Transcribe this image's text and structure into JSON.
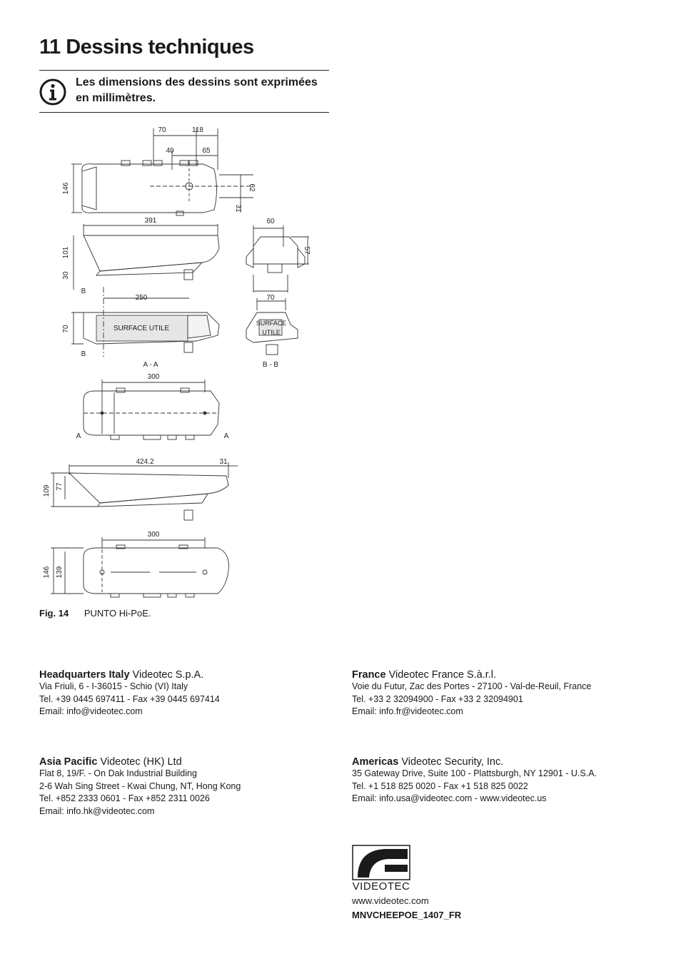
{
  "section": {
    "title": "11 Dessins techniques"
  },
  "note": {
    "text_line1": "Les dimensions des dessins sont exprimées",
    "text_line2": "en millimètres.",
    "icon": "info-icon"
  },
  "drawing": {
    "dims": {
      "top_70": "70",
      "top_118": "118",
      "top_40": "40",
      "top_65": "65",
      "top_146": "146",
      "top_62": "62",
      "top_31": "31",
      "side_391": "391",
      "side_101": "101",
      "side_30": "30",
      "front_60": "60",
      "front_57": "57",
      "front_70": "70",
      "sec_250": "250",
      "sec_70": "70",
      "bottom_300": "300",
      "long_424": "424.2",
      "long_31": "31",
      "long_109": "109",
      "long_77": "77",
      "plan_300": "300",
      "plan_146": "146",
      "plan_139": "139"
    },
    "labels": {
      "b_top": "B",
      "b_bottom": "B",
      "surface": "SURFACE UTILE",
      "surface_small_1": "SURFACE",
      "surface_small_2": "UTILE",
      "aa": "A - A",
      "bb": "B - B",
      "a_left": "A",
      "a_right": "A"
    }
  },
  "figure": {
    "number": "Fig. 14",
    "caption": "PUNTO Hi-PoE."
  },
  "offices": {
    "italy": {
      "region": "Headquarters Italy",
      "company": " Videotec S.p.A.",
      "lines": [
        "Via Friuli, 6 - I-36015 - Schio (VI) Italy",
        "Tel. +39 0445 697411 - Fax +39 0445 697414",
        "Email: info@videotec.com"
      ]
    },
    "france": {
      "region": "France",
      "company": " Videotec France S.à.r.l.",
      "lines": [
        "Voie du Futur, Zac des Portes - 27100 - Val-de-Reuil, France",
        "Tel. +33 2 32094900 - Fax +33 2 32094901",
        "Email: info.fr@videotec.com"
      ]
    },
    "asia": {
      "region": "Asia Pacific",
      "company": " Videotec (HK) Ltd",
      "lines": [
        "Flat 8, 19/F. - On Dak Industrial Building",
        "2-6 Wah Sing Street - Kwai Chung, NT, Hong Kong",
        "Tel. +852 2333 0601 - Fax +852 2311 0026",
        "Email: info.hk@videotec.com"
      ]
    },
    "americas": {
      "region": "Americas",
      "company": " Videotec Security, Inc.",
      "lines": [
        "35 Gateway Drive, Suite 100 - Plattsburgh, NY 12901 - U.S.A.",
        "Tel. +1 518 825 0020 - Fax +1 518 825 0022",
        "Email: info.usa@videotec.com - www.videotec.us"
      ]
    }
  },
  "footer": {
    "logo_text": "VIDEOTEC",
    "website": "www.videotec.com",
    "doc_code": "MNVCHEEPOE_1407_FR"
  }
}
